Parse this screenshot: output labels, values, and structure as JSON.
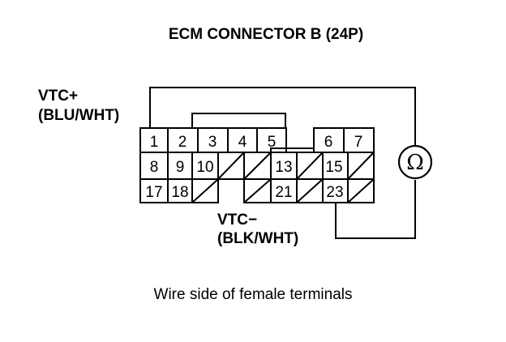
{
  "title": "ECM CONNECTOR B (24P)",
  "label_positive": {
    "line1": "VTC+",
    "line2": "(BLU/WHT)"
  },
  "label_negative": {
    "line1": "VTC−",
    "line2": "(BLK/WHT)"
  },
  "caption": "Wire side of female terminals",
  "meter_symbol": "Ω",
  "meter_icon": "ohmmeter-icon",
  "pins": {
    "p1": "1",
    "p2": "2",
    "p3": "3",
    "p4": "4",
    "p5": "5",
    "p6": "6",
    "p7": "7",
    "p8": "8",
    "p9": "9",
    "p10": "10",
    "p13": "13",
    "p15": "15",
    "p17": "17",
    "p18": "18",
    "p21": "21",
    "p23": "23"
  }
}
